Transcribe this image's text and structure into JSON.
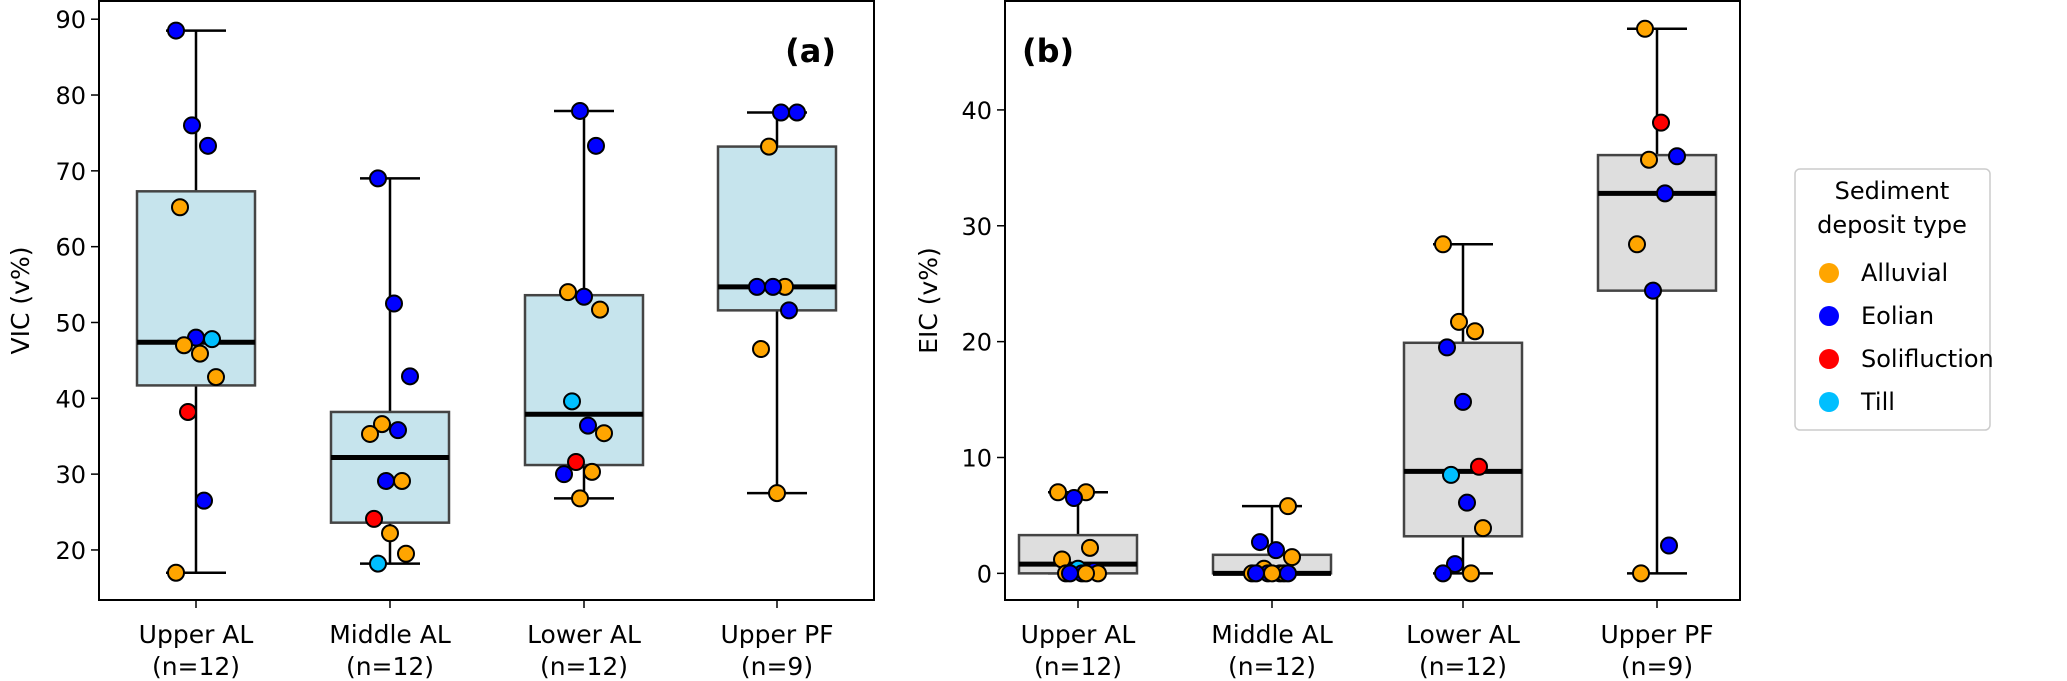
{
  "chart_data": [
    {
      "type": "box",
      "panel_label": "(a)",
      "ylabel": "VIC (v%)",
      "ylim": [
        13.4,
        92.4
      ],
      "yticks": [
        20,
        30,
        40,
        50,
        60,
        70,
        80,
        90
      ],
      "box_color": "#c6e4ed",
      "categories": [
        {
          "label": "Upper AL",
          "n_label": "(n=12)",
          "whisker": [
            17,
            88.5
          ],
          "q1": 41.7,
          "median": 47.4,
          "q3": 67.3,
          "points": [
            [
              88.5,
              "Eolian"
            ],
            [
              76,
              "Eolian"
            ],
            [
              73.3,
              "Eolian"
            ],
            [
              65.2,
              "Alluvial"
            ],
            [
              48,
              "Eolian"
            ],
            [
              47.8,
              "Till"
            ],
            [
              47,
              "Alluvial"
            ],
            [
              45.9,
              "Alluvial"
            ],
            [
              42.8,
              "Alluvial"
            ],
            [
              38.2,
              "Solifluction"
            ],
            [
              26.5,
              "Eolian"
            ],
            [
              17,
              "Alluvial"
            ]
          ]
        },
        {
          "label": "Middle AL",
          "n_label": "(n=12)",
          "whisker": [
            18.2,
            69
          ],
          "q1": 23.6,
          "median": 32.2,
          "q3": 38.2,
          "points": [
            [
              69,
              "Eolian"
            ],
            [
              52.5,
              "Eolian"
            ],
            [
              42.9,
              "Eolian"
            ],
            [
              36.6,
              "Alluvial"
            ],
            [
              35.8,
              "Eolian"
            ],
            [
              35.3,
              "Alluvial"
            ],
            [
              29.1,
              "Eolian"
            ],
            [
              29.1,
              "Alluvial"
            ],
            [
              24.1,
              "Solifluction"
            ],
            [
              22.2,
              "Alluvial"
            ],
            [
              19.5,
              "Alluvial"
            ],
            [
              18.2,
              "Till"
            ]
          ]
        },
        {
          "label": "Lower AL",
          "n_label": "(n=12)",
          "whisker": [
            26.8,
            77.9
          ],
          "q1": 31.2,
          "median": 37.9,
          "q3": 53.6,
          "points": [
            [
              77.9,
              "Eolian"
            ],
            [
              73.3,
              "Eolian"
            ],
            [
              54,
              "Alluvial"
            ],
            [
              53.4,
              "Eolian"
            ],
            [
              51.7,
              "Alluvial"
            ],
            [
              39.6,
              "Till"
            ],
            [
              36.4,
              "Eolian"
            ],
            [
              35.4,
              "Alluvial"
            ],
            [
              31.6,
              "Solifluction"
            ],
            [
              30.3,
              "Alluvial"
            ],
            [
              30,
              "Eolian"
            ],
            [
              26.8,
              "Alluvial"
            ]
          ]
        },
        {
          "label": "Upper PF",
          "n_label": "(n=9)",
          "whisker": [
            27.5,
            77.7
          ],
          "q1": 51.6,
          "median": 54.7,
          "q3": 73.2,
          "points": [
            [
              77.7,
              "Eolian"
            ],
            [
              77.7,
              "Eolian"
            ],
            [
              73.2,
              "Alluvial"
            ],
            [
              54.7,
              "Alluvial"
            ],
            [
              54.7,
              "Eolian"
            ],
            [
              54.7,
              "Eolian"
            ],
            [
              51.6,
              "Eolian"
            ],
            [
              46.5,
              "Alluvial"
            ],
            [
              27.5,
              "Alluvial"
            ]
          ]
        }
      ]
    },
    {
      "type": "box",
      "panel_label": "(b)",
      "ylabel": "EIC (v%)",
      "ylim": [
        -2.3,
        49.4
      ],
      "yticks": [
        0,
        10,
        20,
        30,
        40
      ],
      "box_color": "#dedede",
      "categories": [
        {
          "label": "Upper AL",
          "n_label": "(n=12)",
          "whisker": [
            0,
            7
          ],
          "q1": 0,
          "median": 0.8,
          "q3": 3.3,
          "points": [
            [
              7,
              "Alluvial"
            ],
            [
              7,
              "Alluvial"
            ],
            [
              6.5,
              "Eolian"
            ],
            [
              2.2,
              "Alluvial"
            ],
            [
              1.2,
              "Alluvial"
            ],
            [
              0.4,
              "Till"
            ],
            [
              0.2,
              "Eolian"
            ],
            [
              0,
              "Alluvial"
            ],
            [
              0,
              "Eolian"
            ],
            [
              0,
              "Alluvial"
            ],
            [
              0,
              "Eolian"
            ],
            [
              0,
              "Alluvial"
            ]
          ]
        },
        {
          "label": "Middle AL",
          "n_label": "(n=12)",
          "whisker": [
            0,
            5.8
          ],
          "q1": 0,
          "median": 0,
          "q3": 1.6,
          "points": [
            [
              5.8,
              "Alluvial"
            ],
            [
              2.7,
              "Eolian"
            ],
            [
              2,
              "Eolian"
            ],
            [
              1.4,
              "Alluvial"
            ],
            [
              0.4,
              "Alluvial"
            ],
            [
              0,
              "Eolian"
            ],
            [
              0,
              "Alluvial"
            ],
            [
              0,
              "Eolian"
            ],
            [
              0,
              "Alluvial"
            ],
            [
              0,
              "Eolian"
            ],
            [
              0,
              "Alluvial"
            ],
            [
              0,
              "Eolian"
            ]
          ]
        },
        {
          "label": "Lower AL",
          "n_label": "(n=12)",
          "whisker": [
            0,
            28.4
          ],
          "q1": 3.2,
          "median": 8.8,
          "q3": 19.9,
          "points": [
            [
              28.4,
              "Alluvial"
            ],
            [
              21.7,
              "Alluvial"
            ],
            [
              20.9,
              "Alluvial"
            ],
            [
              19.5,
              "Eolian"
            ],
            [
              14.8,
              "Eolian"
            ],
            [
              9.2,
              "Solifluction"
            ],
            [
              8.5,
              "Till"
            ],
            [
              6.1,
              "Eolian"
            ],
            [
              3.9,
              "Alluvial"
            ],
            [
              0.8,
              "Eolian"
            ],
            [
              0,
              "Alluvial"
            ],
            [
              0,
              "Eolian"
            ]
          ]
        },
        {
          "label": "Upper PF",
          "n_label": "(n=9)",
          "whisker": [
            0,
            47
          ],
          "q1": 24.4,
          "median": 32.8,
          "q3": 36.1,
          "points": [
            [
              47,
              "Alluvial"
            ],
            [
              38.9,
              "Solifluction"
            ],
            [
              36,
              "Eolian"
            ],
            [
              35.7,
              "Alluvial"
            ],
            [
              32.8,
              "Eolian"
            ],
            [
              28.4,
              "Alluvial"
            ],
            [
              24.4,
              "Eolian"
            ],
            [
              2.4,
              "Eolian"
            ],
            [
              0,
              "Alluvial"
            ]
          ]
        }
      ]
    }
  ],
  "legend": {
    "title_line1": "Sediment",
    "title_line2": "deposit type",
    "placement": "right",
    "entries": [
      {
        "label": "Alluvial",
        "color": "#ffa500"
      },
      {
        "label": "Eolian",
        "color": "#0000ff"
      },
      {
        "label": "Solifluction",
        "color": "#ff0000"
      },
      {
        "label": "Till",
        "color": "#00bfff"
      }
    ]
  }
}
